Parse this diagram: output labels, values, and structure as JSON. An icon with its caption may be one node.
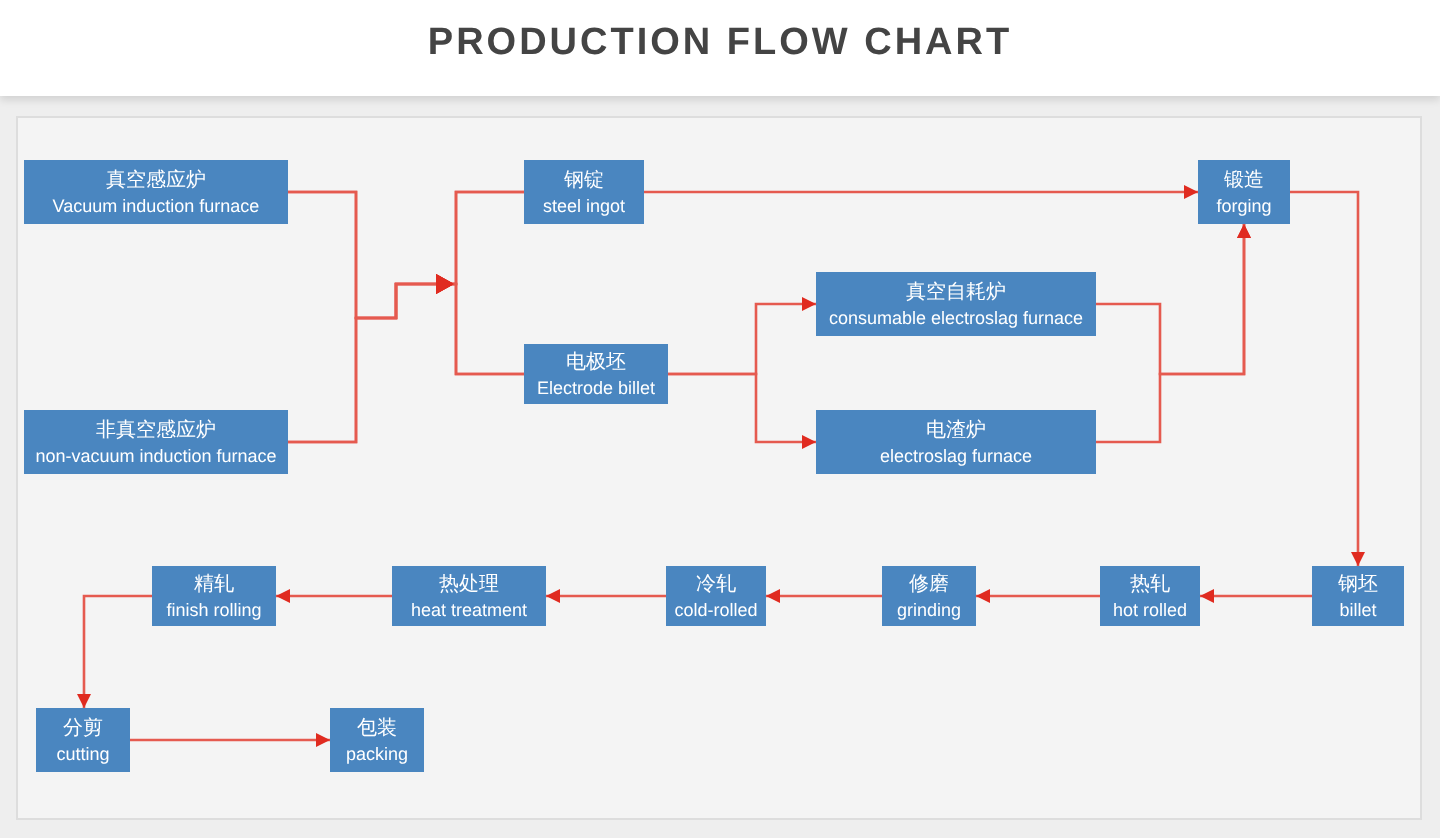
{
  "diagram": {
    "title": "PRODUCTION FLOW CHART",
    "nodes": [
      {
        "text": [
          "真空感应炉",
          "Vacuum induction furnace"
        ]
      },
      {
        "text": [
          "非真空感应炉",
          "non-vacuum induction furnace"
        ]
      },
      {
        "text": [
          "钢锭",
          "steel ingot"
        ]
      },
      {
        "text": [
          "电极坯",
          "Electrode billet"
        ]
      },
      {
        "text": [
          "真空自耗炉",
          "consumable electroslag furnace"
        ]
      },
      {
        "text": [
          "电渣炉",
          "electroslag furnace"
        ]
      },
      {
        "text": [
          "锻造",
          "forging"
        ]
      },
      {
        "text": [
          "钢坯",
          "billet"
        ]
      },
      {
        "text": [
          "热轧",
          "hot rolled"
        ]
      },
      {
        "text": [
          "修磨",
          "grinding"
        ]
      },
      {
        "text": [
          "冷轧",
          "cold-rolled"
        ]
      },
      {
        "text": [
          "热处理",
          "heat treatment"
        ]
      },
      {
        "text": [
          "精轧",
          "finish rolling"
        ]
      },
      {
        "text": [
          "分剪",
          "cutting"
        ]
      },
      {
        "text": [
          "包装",
          "packing"
        ]
      }
    ],
    "edges": [
      {
        "from": 0,
        "to": 2,
        "arrow": "to"
      },
      {
        "from": 0,
        "to": 3,
        "arrow": "to"
      },
      {
        "from": 1,
        "to": 2,
        "arrow": "to"
      },
      {
        "from": 1,
        "to": 3,
        "arrow": "to"
      },
      {
        "from": 2,
        "to": 6,
        "arrow": "to"
      },
      {
        "from": 3,
        "to": 4,
        "arrow": "to"
      },
      {
        "from": 3,
        "to": 5,
        "arrow": "to"
      },
      {
        "from": 4,
        "to": 6,
        "arrow": "to"
      },
      {
        "from": 5,
        "to": 6,
        "arrow": "to"
      },
      {
        "from": 6,
        "to": 7,
        "arrow": "to"
      },
      {
        "from": 7,
        "to": 8,
        "arrow": "to"
      },
      {
        "from": 8,
        "to": 9,
        "arrow": "to"
      },
      {
        "from": 9,
        "to": 10,
        "arrow": "to"
      },
      {
        "from": 10,
        "to": 11,
        "arrow": "to"
      },
      {
        "from": 11,
        "to": 12,
        "arrow": "to"
      },
      {
        "from": 12,
        "to": 13,
        "arrow": "to"
      },
      {
        "from": 13,
        "to": 14,
        "arrow": "to"
      }
    ]
  }
}
